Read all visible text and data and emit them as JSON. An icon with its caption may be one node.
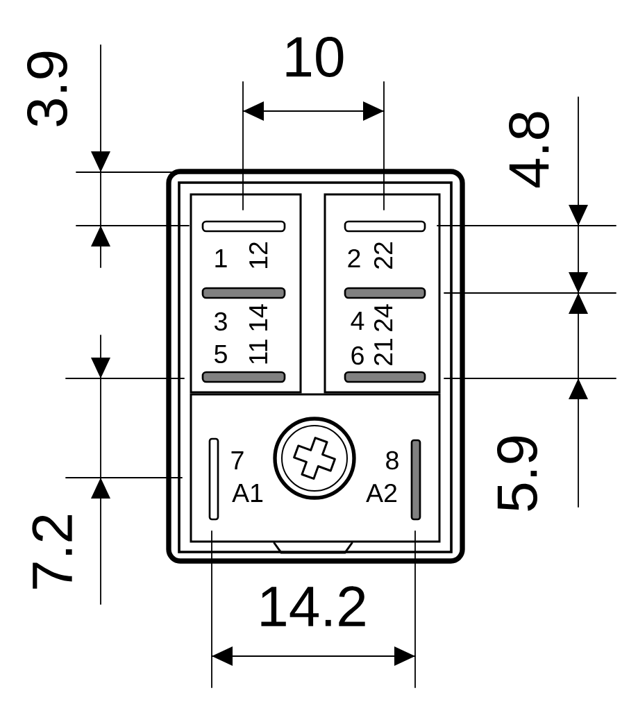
{
  "diagram": {
    "labels": [
      "10",
      "3.9",
      "4.8",
      "1",
      "12",
      "2",
      "22",
      "3",
      "14",
      "4",
      "24",
      "5",
      "11",
      "6",
      "21",
      "7",
      "8",
      "A1",
      "A2",
      "5.9",
      "7.2",
      "14.2"
    ]
  }
}
